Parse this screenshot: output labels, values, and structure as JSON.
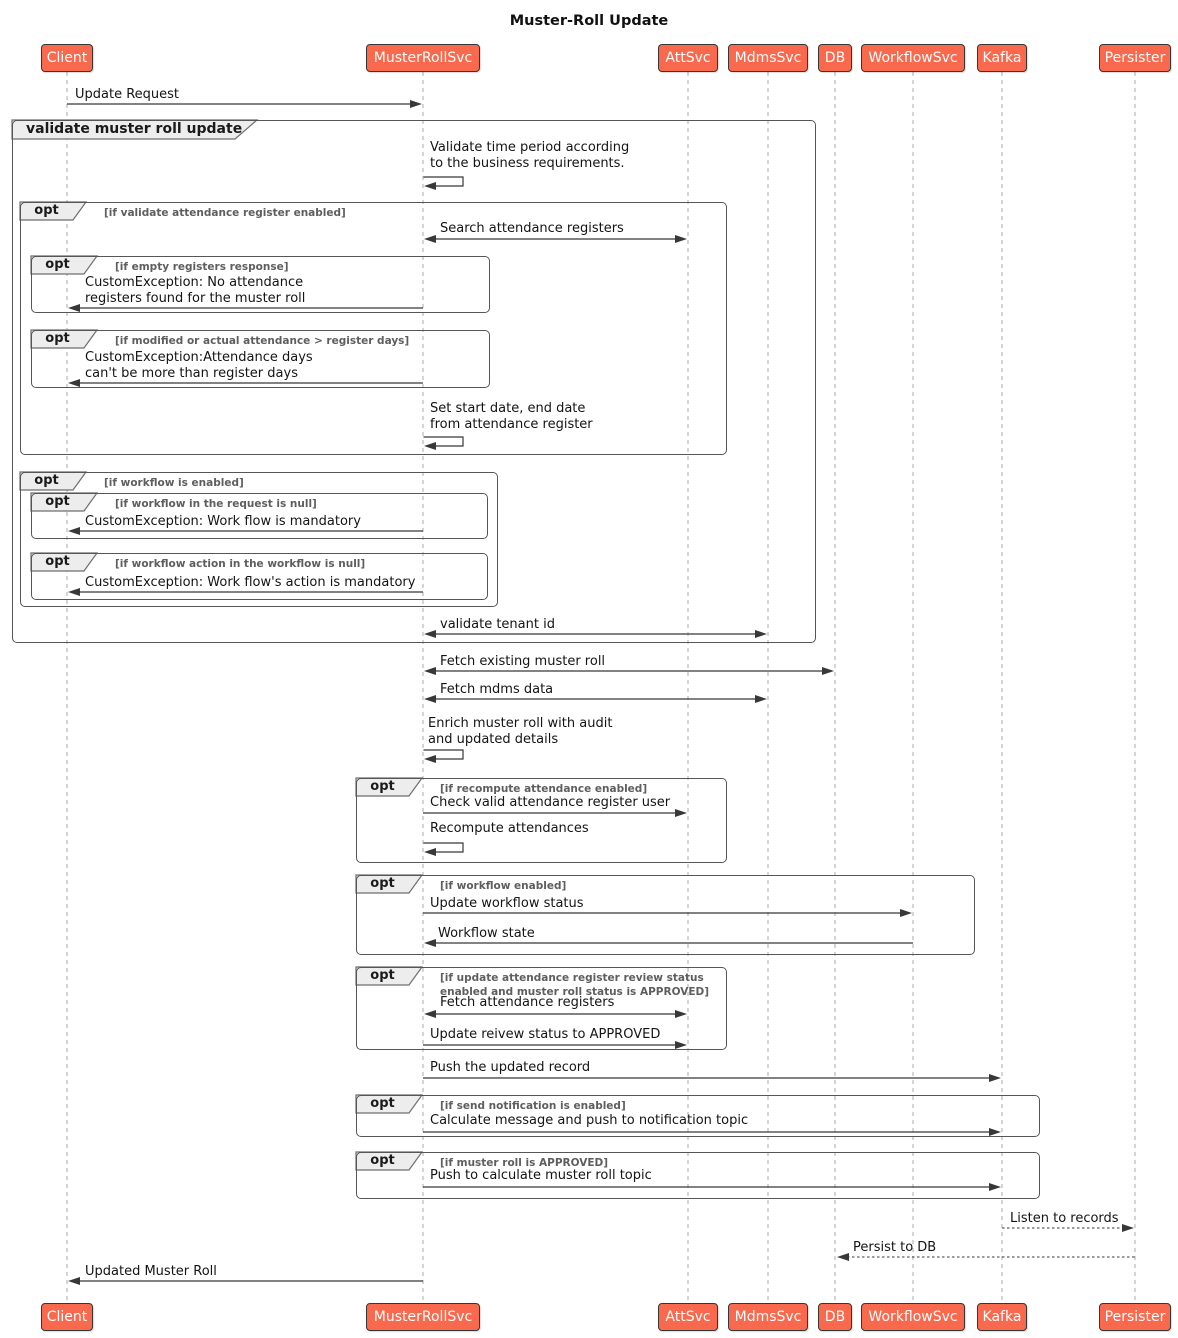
{
  "diagram": {
    "title": "Muster-Roll Update"
  },
  "colors": {
    "participant_fill": "#F8694D",
    "participant_border": "#363636",
    "participant_text": "#FEFEFE",
    "frame_border": "#565656",
    "frame_header_fill": "#EDEDED",
    "guard_text": "#5E5E5E",
    "message_text": "#141414",
    "lifeline": "#ABABAB",
    "arrow": "#383838"
  },
  "participants": [
    {
      "label": "Client"
    },
    {
      "label": "MusterRollSvc"
    },
    {
      "label": "AttSvc"
    },
    {
      "label": "MdmsSvc"
    },
    {
      "label": "DB"
    },
    {
      "label": "WorkflowSvc"
    },
    {
      "label": "Kafka"
    },
    {
      "label": "Persister"
    }
  ],
  "frames": {
    "group_validate": {
      "type": "group",
      "label": "validate muster roll update"
    },
    "opt_validate_attendance_register": {
      "type": "opt",
      "guard": "[if validate attendance register enabled]"
    },
    "opt_empty_registers": {
      "type": "opt",
      "guard": "[if empty registers response]"
    },
    "opt_attendance_days": {
      "type": "opt",
      "guard": "[if modified or actual attendance > register days]"
    },
    "opt_workflow_is_enabled": {
      "type": "opt",
      "guard": "[if workflow is enabled]"
    },
    "opt_workflow_null": {
      "type": "opt",
      "guard": "[if workflow in the request is null]"
    },
    "opt_workflow_action_null": {
      "type": "opt",
      "guard": "[if workflow action in the workflow is null]"
    },
    "opt_recompute_attendance": {
      "type": "opt",
      "guard": "[if recompute attendance enabled]"
    },
    "opt_workflow_enabled": {
      "type": "opt",
      "guard": "[if workflow enabled]"
    },
    "opt_review_status": {
      "type": "opt",
      "guard": "[if update attendance register review status\nenabled and muster roll status is APPROVED]"
    },
    "opt_send_notification": {
      "type": "opt",
      "guard": "[if send notification is enabled]"
    },
    "opt_muster_roll_approved": {
      "type": "opt",
      "guard": "[if muster roll is APPROVED]"
    }
  },
  "messages": {
    "update_request": {
      "from": "Client",
      "to": "MusterRollSvc",
      "style": "solid",
      "label": "Update Request"
    },
    "validate_time_period": {
      "from": "MusterRollSvc",
      "to": "MusterRollSvc",
      "style": "self",
      "label": "Validate time period according\nto the business requirements."
    },
    "search_attendance_registers": {
      "from": "MusterRollSvc",
      "to": "AttSvc",
      "style": "bidirectional",
      "label": "Search attendance registers"
    },
    "exception_no_registers": {
      "from": "MusterRollSvc",
      "to": "Client",
      "style": "solid",
      "label": "CustomException: No attendance\nregisters found for the muster roll"
    },
    "exception_attendance_days": {
      "from": "MusterRollSvc",
      "to": "Client",
      "style": "solid",
      "label": "CustomException:Attendance days\ncan't be more than register days"
    },
    "set_start_end_date": {
      "from": "MusterRollSvc",
      "to": "MusterRollSvc",
      "style": "self",
      "label": "Set start date, end date\nfrom attendance register"
    },
    "exception_workflow_mandatory": {
      "from": "MusterRollSvc",
      "to": "Client",
      "style": "solid",
      "label": "CustomException: Work flow is mandatory"
    },
    "exception_workflow_action_mandatory": {
      "from": "MusterRollSvc",
      "to": "Client",
      "style": "solid",
      "label": "CustomException: Work flow's action is mandatory"
    },
    "validate_tenant_id": {
      "from": "MusterRollSvc",
      "to": "MdmsSvc",
      "style": "bidirectional",
      "label": "validate tenant id"
    },
    "fetch_existing_muster_roll": {
      "from": "MusterRollSvc",
      "to": "DB",
      "style": "bidirectional",
      "label": "Fetch existing muster roll"
    },
    "fetch_mdms_data": {
      "from": "MusterRollSvc",
      "to": "MdmsSvc",
      "style": "bidirectional",
      "label": "Fetch mdms data"
    },
    "enrich_muster_roll": {
      "from": "MusterRollSvc",
      "to": "MusterRollSvc",
      "style": "self",
      "label": "Enrich muster roll with audit\nand updated details"
    },
    "check_valid_register_user": {
      "from": "MusterRollSvc",
      "to": "AttSvc",
      "style": "solid",
      "label": "Check valid attendance register user"
    },
    "recompute_attendances": {
      "from": "MusterRollSvc",
      "to": "MusterRollSvc",
      "style": "self",
      "label": "Recompute attendances"
    },
    "update_workflow_status": {
      "from": "MusterRollSvc",
      "to": "WorkflowSvc",
      "style": "solid",
      "label": "Update workflow status"
    },
    "workflow_state": {
      "from": "WorkflowSvc",
      "to": "MusterRollSvc",
      "style": "solid",
      "label": "Workflow state"
    },
    "fetch_attendance_registers": {
      "from": "MusterRollSvc",
      "to": "AttSvc",
      "style": "bidirectional",
      "label": "Fetch attendance registers"
    },
    "update_review_status": {
      "from": "MusterRollSvc",
      "to": "AttSvc",
      "style": "solid",
      "label": "Update reivew status to APPROVED"
    },
    "push_updated_record": {
      "from": "MusterRollSvc",
      "to": "Kafka",
      "style": "solid",
      "label": "Push the updated record"
    },
    "calculate_message_push": {
      "from": "MusterRollSvc",
      "to": "Kafka",
      "style": "solid",
      "label": "Calculate message and push to notification topic"
    },
    "push_calculate_topic": {
      "from": "MusterRollSvc",
      "to": "Kafka",
      "style": "solid",
      "label": "Push to calculate muster roll topic"
    },
    "listen_to_records": {
      "from": "Kafka",
      "to": "Persister",
      "style": "dotted",
      "label": "Listen to records"
    },
    "persist_to_db": {
      "from": "Persister",
      "to": "DB",
      "style": "dotted",
      "label": "Persist to DB"
    },
    "updated_muster_roll": {
      "from": "MusterRollSvc",
      "to": "Client",
      "style": "solid",
      "label": "Updated Muster Roll"
    }
  }
}
